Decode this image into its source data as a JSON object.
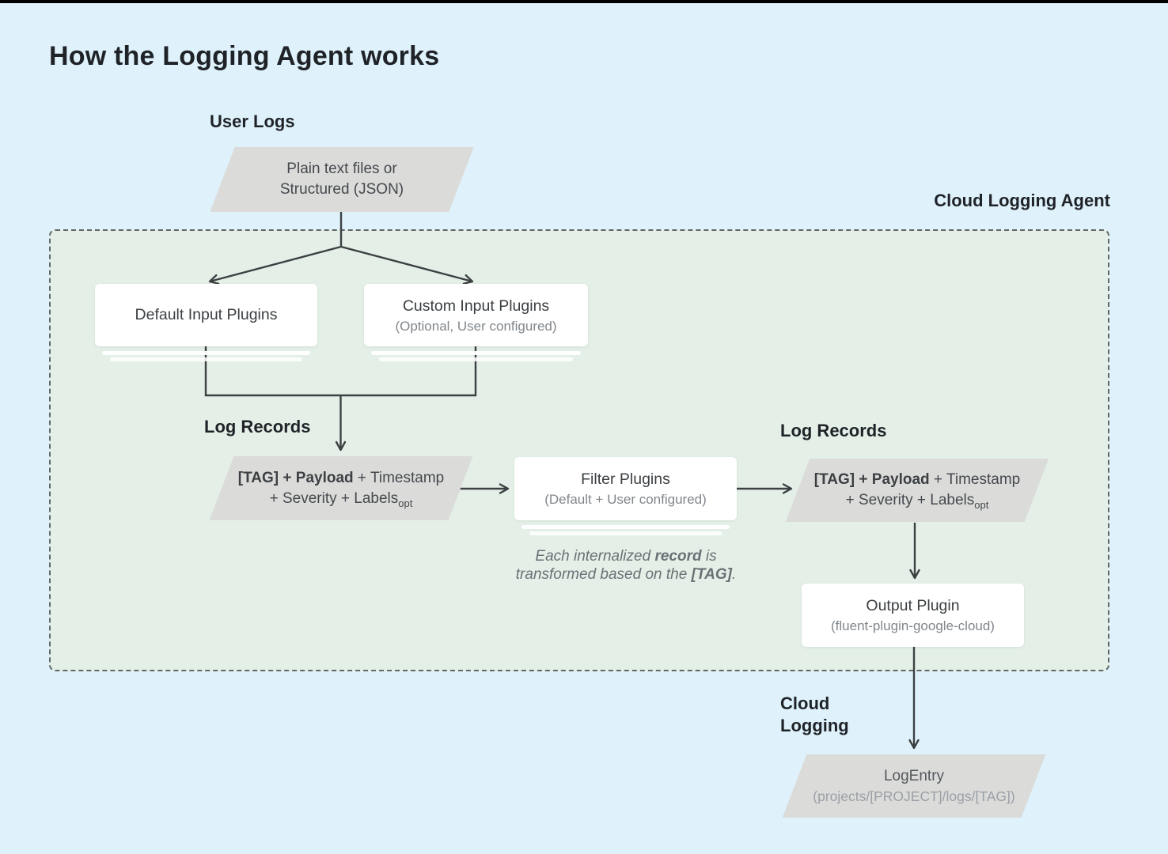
{
  "title": "How the Logging Agent works",
  "labels": {
    "user_logs": "User Logs",
    "cloud_logging_agent": "Cloud Logging Agent",
    "log_records_left": "Log Records",
    "log_records_right": "Log Records",
    "cloud_logging": "Cloud\nLogging"
  },
  "nodes": {
    "user_logs_input": {
      "line1": "Plain text files or",
      "line2": "Structured (JSON)"
    },
    "default_input": {
      "title": "Default Input Plugins"
    },
    "custom_input": {
      "title": "Custom Input Plugins",
      "subtitle": "(Optional, User configured)"
    },
    "log_record": {
      "line1_bold": "[TAG] + Payload",
      "line1_rest": " + Timestamp",
      "line2": "+ Severity + Labels",
      "line2_sub": "opt"
    },
    "filter_plugins": {
      "title": "Filter Plugins",
      "subtitle": "(Default + User configured)"
    },
    "output_plugin": {
      "title": "Output Plugin",
      "subtitle": "(fluent-plugin-google-cloud)"
    },
    "log_entry": {
      "title": "LogEntry",
      "subtitle": "(projects/[PROJECT]/logs/[TAG])"
    }
  },
  "note": {
    "part1": "Each internalized ",
    "bold1": "record",
    "part2": " is transformed based on the ",
    "bold2": "[TAG]",
    "part3": "."
  },
  "colors": {
    "background": "#dff2fb",
    "agent_region_bg": "#e4f0e7",
    "agent_region_border": "#60666b",
    "parallelogram_fill": "#dbdbda",
    "node_fill": "#ffffff",
    "connector": "#3c4043",
    "title_text": "#1f2328",
    "node_title_text": "#3c4043",
    "node_subtitle_text": "#80868b"
  }
}
